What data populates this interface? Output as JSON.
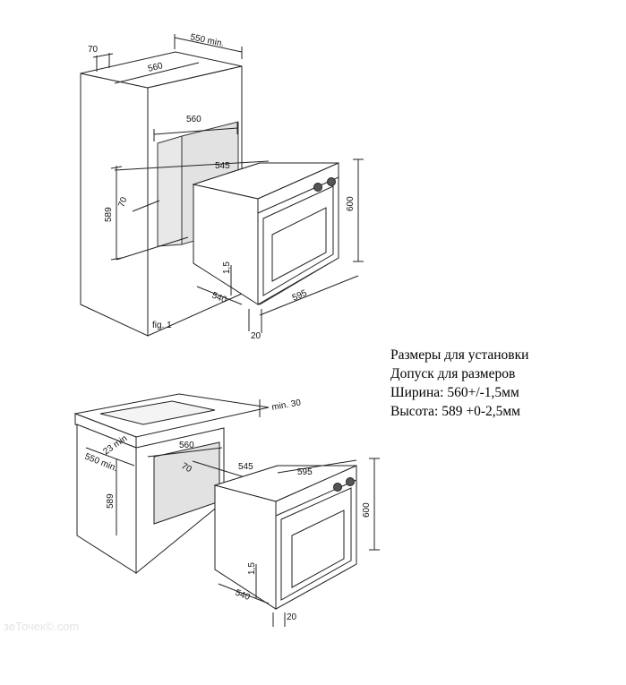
{
  "fig1": {
    "label": "fig. 1",
    "dims": {
      "d70": "70",
      "d550min": "550 min.",
      "d560_top": "560",
      "d560_mid": "560",
      "d545": "545",
      "d589": "589",
      "d70b": "70",
      "d600": "600",
      "d15": "1,5",
      "d540": "540",
      "d595": "595",
      "d20": "20"
    }
  },
  "fig2": {
    "dims": {
      "dmin30": "min. 30",
      "d23min": "23 min",
      "d550min": "550 min.",
      "d560": "560",
      "d70": "70",
      "d545": "545",
      "d595": "595",
      "d589": "589",
      "d600": "600",
      "d15": "1,5",
      "d540": "540",
      "d20": "20"
    }
  },
  "notes": {
    "line1": "Размеры для установки",
    "line2": "Допуск для размеров",
    "line3": "Ширина: 560+/-1,5мм",
    "line4": "Высота: 589 +0-2,5мм"
  },
  "watermark": "зеТочек©.com"
}
